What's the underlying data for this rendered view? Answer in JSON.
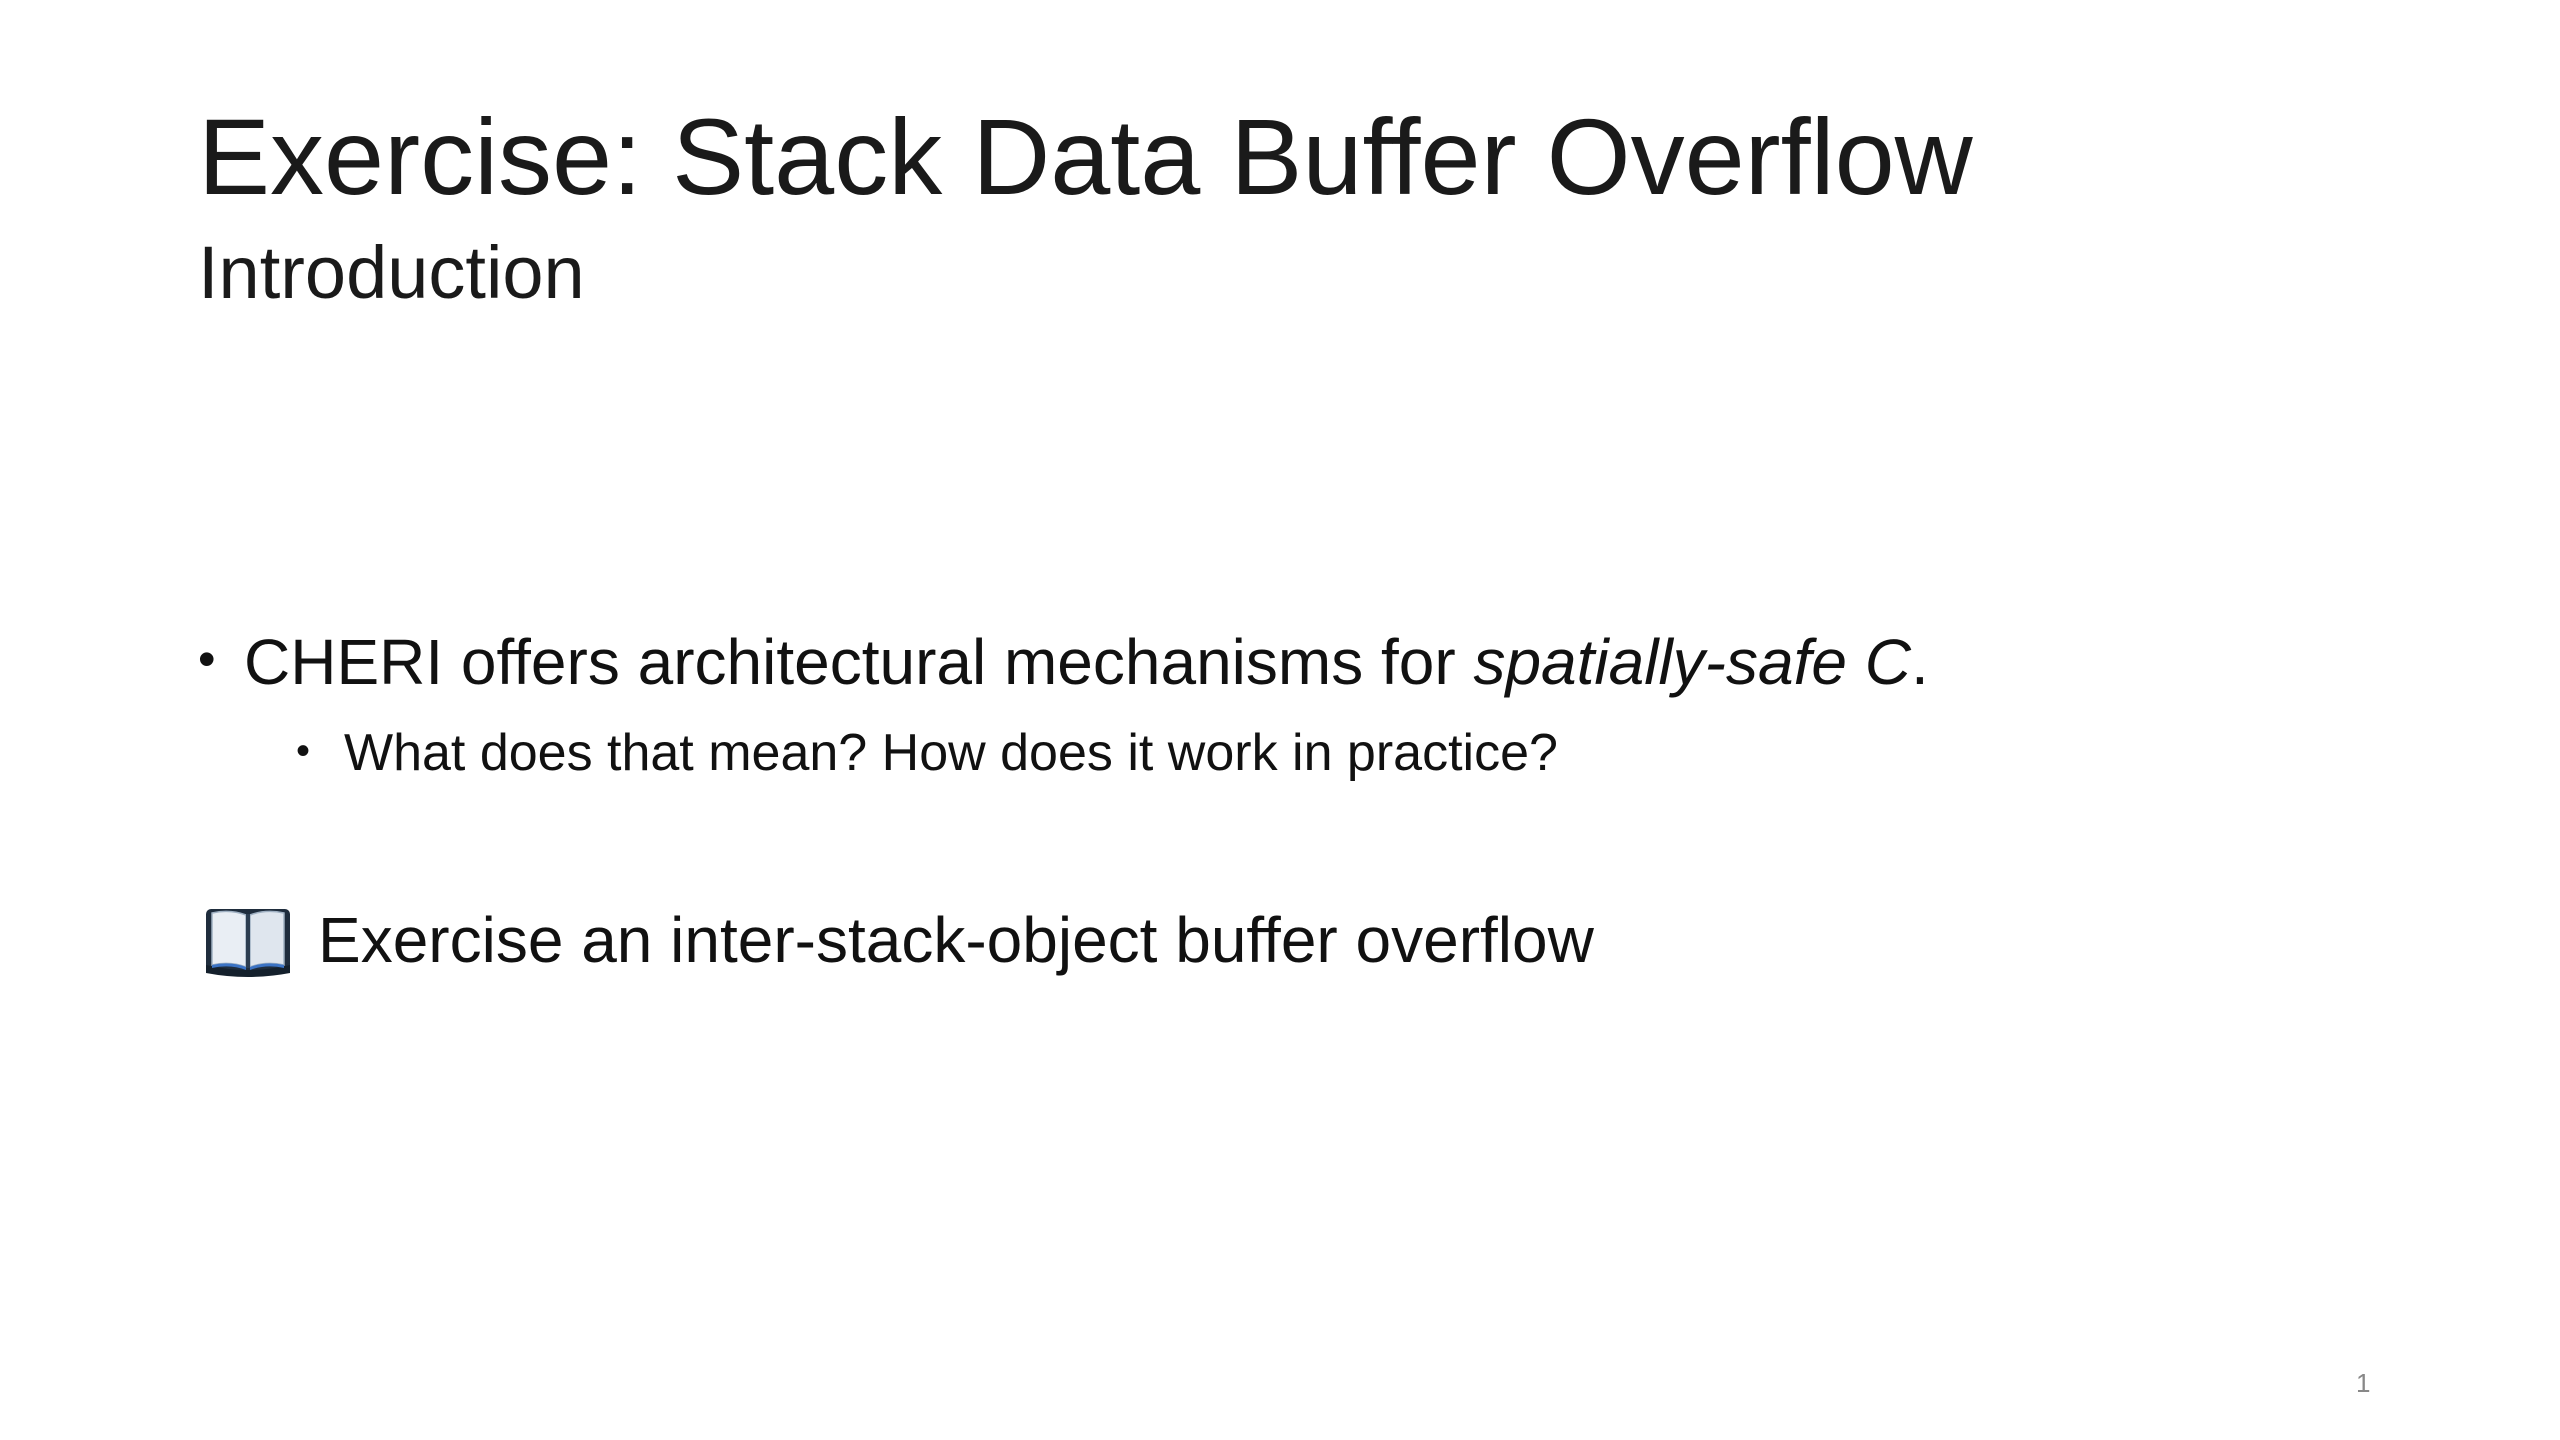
{
  "slide": {
    "title": "Exercise: Stack Data Buffer Overflow",
    "subtitle": "Introduction",
    "bullets": [
      {
        "text_before": "CHERI offers architectural mechanisms for ",
        "text_emphasis": "spatially-safe C",
        "text_after": ".",
        "sub_bullets": [
          {
            "text": "What does that mean?  How does it work in practice?"
          }
        ]
      }
    ],
    "exercise": {
      "icon": "open-book-icon",
      "text": "Exercise an inter-stack-object buffer overflow"
    },
    "page_number": "1"
  }
}
